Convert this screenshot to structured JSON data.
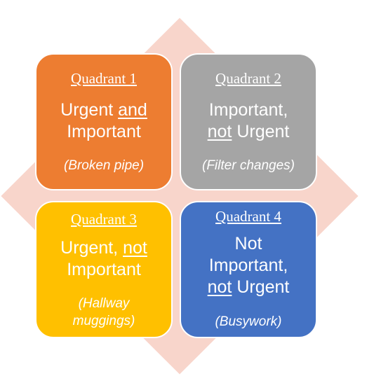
{
  "colors": {
    "diamond": "#f8d5cb",
    "q1": "#ed7d31",
    "q2": "#a5a5a5",
    "q3": "#ffc000",
    "q4": "#4472c4"
  },
  "quadrants": [
    {
      "title": "Quadrant 1",
      "line1": {
        "a": "Urgent ",
        "u": "and",
        "b": ""
      },
      "line2": {
        "a": "Important",
        "u": "",
        "b": ""
      },
      "line3": {
        "a": "",
        "u": "",
        "b": ""
      },
      "example_lines": [
        "(Broken pipe)"
      ]
    },
    {
      "title": "Quadrant 2",
      "line1": {
        "a": "Important,",
        "u": "",
        "b": ""
      },
      "line2": {
        "a": "",
        "u": "not",
        "b": " Urgent"
      },
      "line3": {
        "a": "",
        "u": "",
        "b": ""
      },
      "example_lines": [
        "(Filter changes)"
      ]
    },
    {
      "title": "Quadrant 3",
      "line1": {
        "a": "Urgent, ",
        "u": "not",
        "b": ""
      },
      "line2": {
        "a": "Important",
        "u": "",
        "b": ""
      },
      "line3": {
        "a": "",
        "u": "",
        "b": ""
      },
      "example_lines": [
        "(Hallway",
        "muggings)"
      ]
    },
    {
      "title": "Quadrant 4",
      "line1": {
        "a": "Not",
        "u": "",
        "b": ""
      },
      "line2": {
        "a": "Important,",
        "u": "",
        "b": ""
      },
      "line3": {
        "a": "",
        "u": "not",
        "b": " Urgent"
      },
      "example_lines": [
        "(Busywork)"
      ]
    }
  ]
}
